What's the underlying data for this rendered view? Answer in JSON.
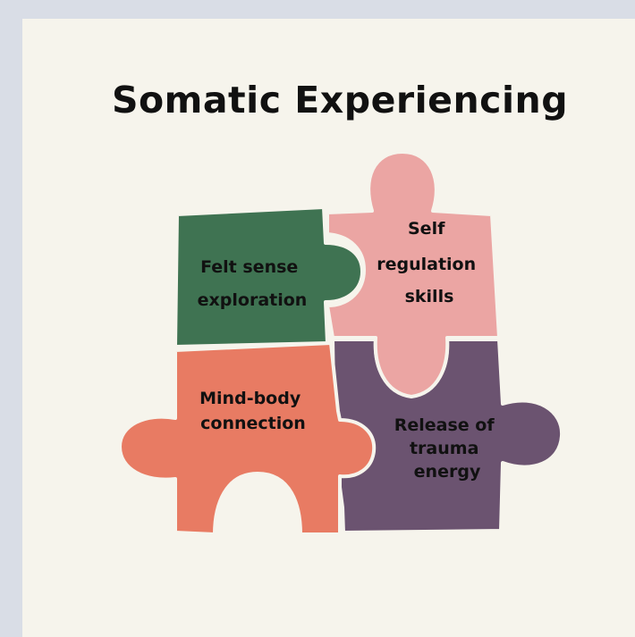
{
  "title": "Somatic Experiencing",
  "pieces": [
    {
      "id": "felt-sense",
      "lines": [
        "Felt sense",
        "exploration"
      ],
      "color": "#3f7352"
    },
    {
      "id": "self-regulation",
      "lines": [
        "Self",
        "regulation",
        "skills"
      ],
      "color": "#eba5a3"
    },
    {
      "id": "mind-body",
      "lines": [
        "Mind-body",
        "connection"
      ],
      "color": "#e87b63"
    },
    {
      "id": "release-trauma",
      "lines": [
        "Release of",
        "trauma",
        "energy"
      ],
      "color": "#6b5370"
    }
  ]
}
